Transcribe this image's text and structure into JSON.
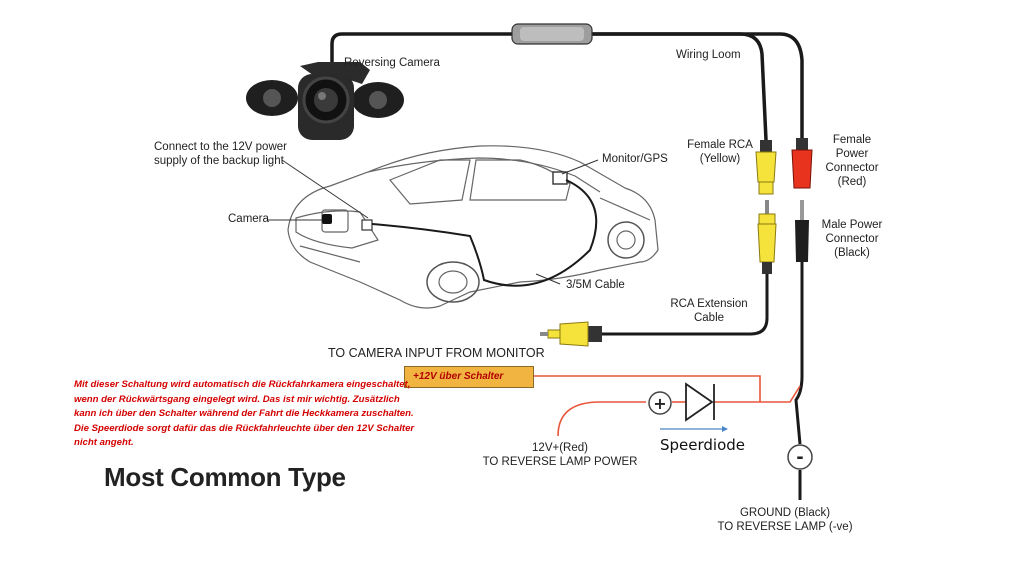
{
  "labels": {
    "reversing_camera": "Reversing Camera",
    "wiring_loom": "Wiring Loom",
    "connect_light": [
      "Connect to the 12V power",
      "supply of the backup light"
    ],
    "monitor_gps": "Monitor/GPS",
    "camera": "Camera",
    "female_rca": [
      "Female RCA",
      "(Yellow)"
    ],
    "female_power": [
      "Female",
      "Power",
      "Connector",
      "(Red)"
    ],
    "male_power": [
      "Male Power",
      "Connector",
      "(Black)"
    ],
    "cable_35m": "3/5M  Cable",
    "rca_extension": [
      "RCA Extension",
      "Cable"
    ],
    "camera_input": "TO CAMERA INPUT FROM MONITOR",
    "reverse_lamp_power": [
      "12V+(Red)",
      "TO REVERSE LAMP POWER"
    ],
    "ground": [
      "GROUND (Black)",
      "TO REVERSE LAMP (-ve)"
    ],
    "plus_sign": "+",
    "minus_sign": "-"
  },
  "annotations": {
    "switch_label": "+12V über Schalter",
    "speerdiode": "Speerdiode",
    "note": "Mit dieser Schaltung wird automatisch die Rückfahrkamera eingeschaltet, wenn der Rückwärtsgang eingelegt wird. Das ist mir wichtig. Zusätzlich kann ich über den Schalter während der Fahrt  die Heckkamera zuschalten. Die Speerdiode sorgt dafür das die Rückfahrleuchte über den 12V Schalter nicht angeht."
  },
  "title": "Most Common Type",
  "colors": {
    "wire": "#1a1a1a",
    "red_wire": "#e8553a",
    "yellow": "#f5e23a",
    "red_connector": "#e8331f",
    "switch_box": "#f2b441",
    "note_text": "#d40000"
  }
}
